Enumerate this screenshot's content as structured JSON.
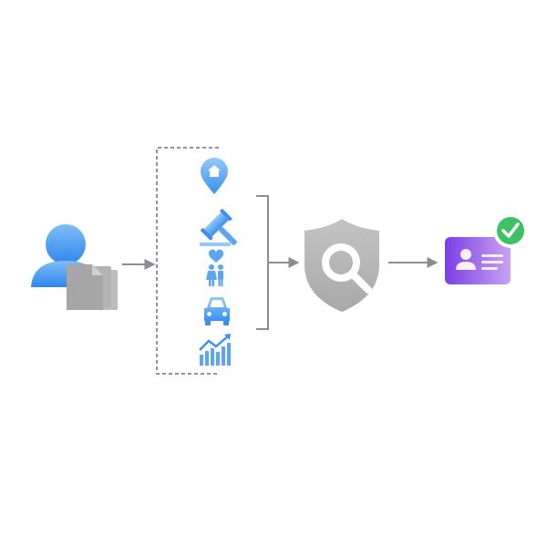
{
  "diagram": {
    "steps": [
      {
        "id": "applicant",
        "icon": "user-with-documents-icon"
      },
      {
        "id": "data-sources",
        "icons": [
          "home-location-pin-icon",
          "gavel-icon",
          "family-icon",
          "car-icon",
          "finance-chart-icon"
        ]
      },
      {
        "id": "verification",
        "icon": "shield-search-icon"
      },
      {
        "id": "verified-identity",
        "icon": "id-card-check-icon"
      }
    ],
    "colors": {
      "user_light": "#7fbdf7",
      "user_dark": "#2e86ea",
      "document": "#a6a6a6",
      "document_fold": "#cfcfcf",
      "source_light": "#93c9f9",
      "source_dark": "#3a8ff0",
      "arrow": "#8a8d96",
      "dashed_frame": "#8f939c",
      "shield": "#b5b5b5",
      "shield_dark": "#9a9a9a",
      "card_start": "#7b3fe4",
      "card_end": "#c9a3f3",
      "check_green": "#3cc262"
    }
  }
}
